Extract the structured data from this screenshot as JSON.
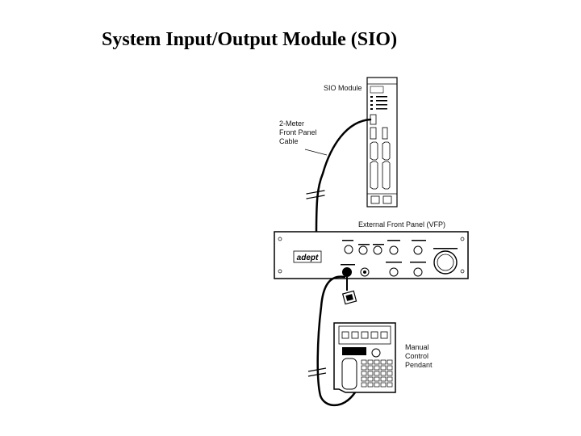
{
  "slide": {
    "title": "System Input/Output Module (SIO)"
  },
  "diagram": {
    "labels": {
      "sio_module": "SIO Module",
      "cable_line1": "2-Meter",
      "cable_line2": "Front Panel",
      "cable_line3": "Cable",
      "vfp": "External Front Panel (VFP)",
      "pendant_line1": "Manual",
      "pendant_line2": "Control",
      "pendant_line3": "Pendant",
      "adept_logo": "adept"
    }
  }
}
